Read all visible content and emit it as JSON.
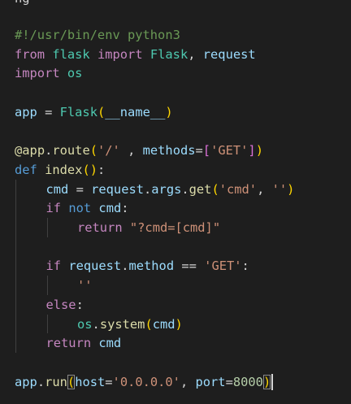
{
  "editor": {
    "partial_top_line": "ng",
    "colors": {
      "background": "#1e1e1e",
      "default": "#d4d4d4",
      "comment": "#6a9955",
      "keyword_control": "#c586c0",
      "keyword_storage": "#569cd6",
      "function": "#dcdcaa",
      "class": "#4ec9b0",
      "variable": "#9cdcfe",
      "string": "#ce9178",
      "number": "#b5cea8",
      "bracket_gold": "#ffd700",
      "bracket_orchid": "#da70d6",
      "bracket_blue": "#179fff"
    },
    "lines": [
      {
        "tokens": [
          {
            "t": "#!/usr/bin/env python3",
            "c": "comment"
          }
        ]
      },
      {
        "tokens": [
          {
            "t": "from",
            "c": "keyword_control"
          },
          {
            "t": " ",
            "c": "default"
          },
          {
            "t": "flask",
            "c": "class"
          },
          {
            "t": " ",
            "c": "default"
          },
          {
            "t": "import",
            "c": "keyword_control"
          },
          {
            "t": " ",
            "c": "default"
          },
          {
            "t": "Flask",
            "c": "class"
          },
          {
            "t": ", ",
            "c": "default"
          },
          {
            "t": "request",
            "c": "variable"
          }
        ]
      },
      {
        "tokens": [
          {
            "t": "import",
            "c": "keyword_control"
          },
          {
            "t": " ",
            "c": "default"
          },
          {
            "t": "os",
            "c": "class"
          }
        ]
      },
      {
        "tokens": []
      },
      {
        "tokens": [
          {
            "t": "app",
            "c": "variable"
          },
          {
            "t": " = ",
            "c": "default"
          },
          {
            "t": "Flask",
            "c": "class"
          },
          {
            "t": "(",
            "c": "bracket_gold"
          },
          {
            "t": "__name__",
            "c": "variable"
          },
          {
            "t": ")",
            "c": "bracket_gold"
          }
        ]
      },
      {
        "tokens": []
      },
      {
        "tokens": [
          {
            "t": "@",
            "c": "function"
          },
          {
            "t": "app",
            "c": "function"
          },
          {
            "t": ".",
            "c": "default"
          },
          {
            "t": "route",
            "c": "function"
          },
          {
            "t": "(",
            "c": "bracket_gold"
          },
          {
            "t": "'/'",
            "c": "string"
          },
          {
            "t": " , ",
            "c": "default"
          },
          {
            "t": "methods",
            "c": "variable"
          },
          {
            "t": "=",
            "c": "default"
          },
          {
            "t": "[",
            "c": "bracket_orchid"
          },
          {
            "t": "'GET'",
            "c": "string"
          },
          {
            "t": "]",
            "c": "bracket_orchid"
          },
          {
            "t": ")",
            "c": "bracket_gold"
          }
        ]
      },
      {
        "tokens": [
          {
            "t": "def",
            "c": "keyword_storage"
          },
          {
            "t": " ",
            "c": "default"
          },
          {
            "t": "index",
            "c": "function"
          },
          {
            "t": "()",
            "c": "bracket_gold"
          },
          {
            "t": ":",
            "c": "default"
          }
        ]
      },
      {
        "indent": 1,
        "tokens": [
          {
            "t": "cmd",
            "c": "variable"
          },
          {
            "t": " = ",
            "c": "default"
          },
          {
            "t": "request",
            "c": "variable"
          },
          {
            "t": ".",
            "c": "default"
          },
          {
            "t": "args",
            "c": "variable"
          },
          {
            "t": ".",
            "c": "default"
          },
          {
            "t": "get",
            "c": "function"
          },
          {
            "t": "(",
            "c": "bracket_gold"
          },
          {
            "t": "'cmd'",
            "c": "string"
          },
          {
            "t": ", ",
            "c": "default"
          },
          {
            "t": "''",
            "c": "string"
          },
          {
            "t": ")",
            "c": "bracket_gold"
          }
        ]
      },
      {
        "indent": 1,
        "tokens": [
          {
            "t": "if",
            "c": "keyword_control"
          },
          {
            "t": " ",
            "c": "default"
          },
          {
            "t": "not",
            "c": "keyword_storage"
          },
          {
            "t": " ",
            "c": "default"
          },
          {
            "t": "cmd",
            "c": "variable"
          },
          {
            "t": ":",
            "c": "default"
          }
        ]
      },
      {
        "indent": 2,
        "tokens": [
          {
            "t": "return",
            "c": "keyword_control"
          },
          {
            "t": " ",
            "c": "default"
          },
          {
            "t": "\"?cmd=[cmd]\"",
            "c": "string"
          }
        ]
      },
      {
        "tokens": []
      },
      {
        "indent": 1,
        "tokens": [
          {
            "t": "if",
            "c": "keyword_control"
          },
          {
            "t": " ",
            "c": "default"
          },
          {
            "t": "request",
            "c": "variable"
          },
          {
            "t": ".",
            "c": "default"
          },
          {
            "t": "method",
            "c": "variable"
          },
          {
            "t": " == ",
            "c": "default"
          },
          {
            "t": "'GET'",
            "c": "string"
          },
          {
            "t": ":",
            "c": "default"
          }
        ]
      },
      {
        "indent": 2,
        "tokens": [
          {
            "t": "''",
            "c": "string"
          }
        ]
      },
      {
        "indent": 1,
        "tokens": [
          {
            "t": "else",
            "c": "keyword_control"
          },
          {
            "t": ":",
            "c": "default"
          }
        ]
      },
      {
        "indent": 2,
        "tokens": [
          {
            "t": "os",
            "c": "class"
          },
          {
            "t": ".",
            "c": "default"
          },
          {
            "t": "system",
            "c": "function"
          },
          {
            "t": "(",
            "c": "bracket_gold"
          },
          {
            "t": "cmd",
            "c": "variable"
          },
          {
            "t": ")",
            "c": "bracket_gold"
          }
        ]
      },
      {
        "indent": 1,
        "tokens": [
          {
            "t": "return",
            "c": "keyword_control"
          },
          {
            "t": " ",
            "c": "default"
          },
          {
            "t": "cmd",
            "c": "variable"
          }
        ]
      },
      {
        "tokens": []
      },
      {
        "tokens": [
          {
            "t": "app",
            "c": "variable"
          },
          {
            "t": ".",
            "c": "default"
          },
          {
            "t": "run",
            "c": "function"
          },
          {
            "t": "(",
            "c": "bracket_gold",
            "boxed": true
          },
          {
            "t": "host",
            "c": "variable"
          },
          {
            "t": "=",
            "c": "default"
          },
          {
            "t": "'0.0.0.0'",
            "c": "string"
          },
          {
            "t": ", ",
            "c": "default"
          },
          {
            "t": "port",
            "c": "variable"
          },
          {
            "t": "=",
            "c": "default"
          },
          {
            "t": "8000",
            "c": "number"
          },
          {
            "t": ")",
            "c": "bracket_gold",
            "boxed": true
          }
        ]
      }
    ]
  }
}
